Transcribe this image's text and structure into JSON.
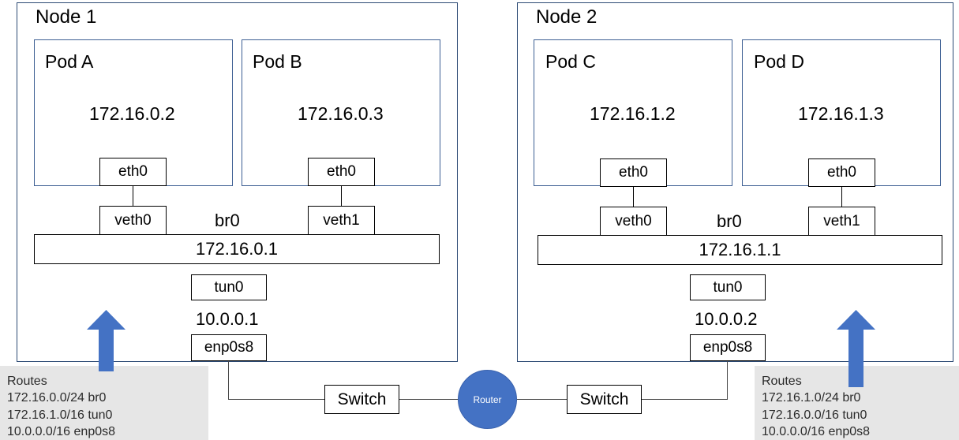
{
  "diagram": {
    "title_hidden": "",
    "accent_blue": "#4472C4",
    "node_border": "#2c4a74",
    "pod_border": "#3d5f93",
    "callout_bg": "#e6e6e6"
  },
  "nodes": [
    {
      "name": "Node 1",
      "pods": [
        {
          "name": "Pod A",
          "ip": "172.16.0.2",
          "iface": "eth0"
        },
        {
          "name": "Pod B",
          "ip": "172.16.0.3",
          "iface": "eth0"
        }
      ],
      "veths": [
        "veth0",
        "veth1"
      ],
      "bridge": {
        "label": "br0",
        "ip": "172.16.0.1"
      },
      "tunnel": {
        "label": "tun0",
        "ip": "10.0.0.1"
      },
      "uplink": "enp0s8"
    },
    {
      "name": "Node 2",
      "pods": [
        {
          "name": "Pod C",
          "ip": "172.16.1.2",
          "iface": "eth0"
        },
        {
          "name": "Pod D",
          "ip": "172.16.1.3",
          "iface": "eth0"
        }
      ],
      "veths": [
        "veth0",
        "veth1"
      ],
      "bridge": {
        "label": "br0",
        "ip": "172.16.1.1"
      },
      "tunnel": {
        "label": "tun0",
        "ip": "10.0.0.2"
      },
      "uplink": "enp0s8"
    }
  ],
  "network": {
    "switch_left": "Switch",
    "switch_right": "Switch",
    "router": "Router"
  },
  "routes": [
    {
      "title": "Routes",
      "entries": [
        "172.16.0.0/24 br0",
        "172.16.1.0/16 tun0",
        "10.0.0.0/16 enp0s8"
      ]
    },
    {
      "title": "Routes",
      "entries": [
        "172.16.1.0/24 br0",
        "172.16.0.0/16 tun0",
        "10.0.0.0/16 enp0s8"
      ]
    }
  ]
}
